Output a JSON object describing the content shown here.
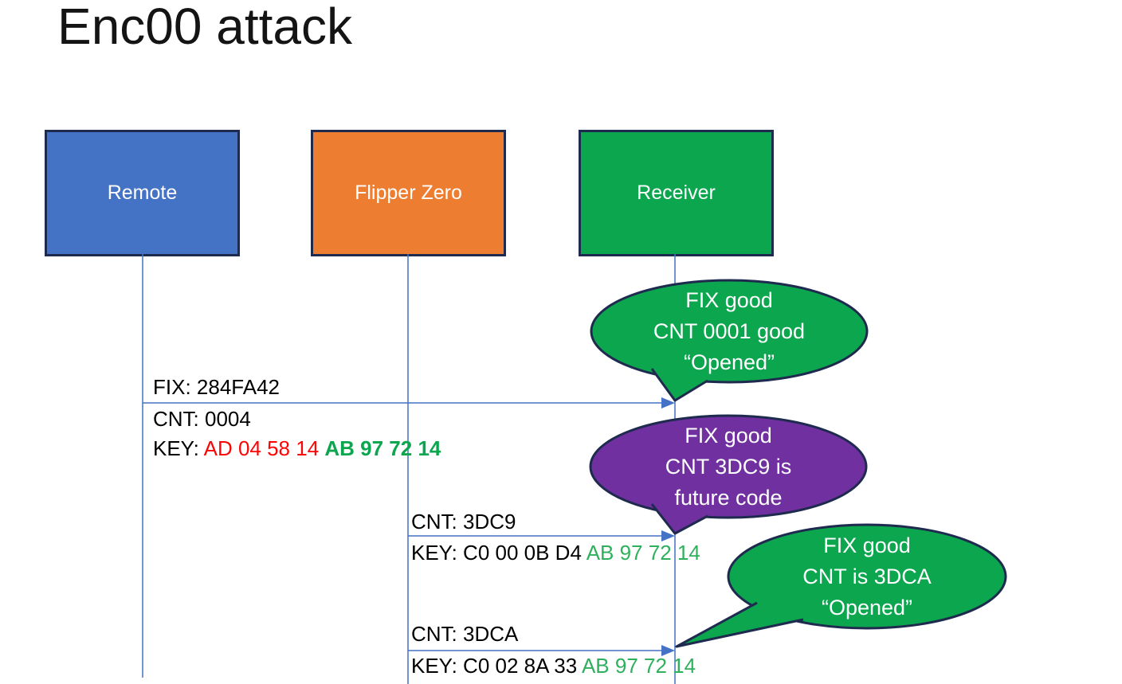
{
  "title": "Enc00 attack",
  "actors": {
    "remote": {
      "label": "Remote",
      "color": "#4472C4"
    },
    "flipper": {
      "label": "Flipper Zero",
      "color": "#ED7D31"
    },
    "receiver": {
      "label": "Receiver",
      "color": "#0CA64F"
    }
  },
  "messages": {
    "m1": {
      "from": "Remote",
      "to": "Receiver",
      "fix": "FIX: 284FA42",
      "cnt": "CNT: 0004",
      "key_label": "KEY: ",
      "key_red": "AD 04 58 14 ",
      "key_green": "AB 97 72 14"
    },
    "m2": {
      "from": "Flipper Zero",
      "to": "Receiver",
      "cnt": "CNT: 3DC9",
      "key_black": "KEY: C0 00 0B D4 ",
      "key_green": "AB 97 72 14"
    },
    "m3": {
      "from": "Flipper Zero",
      "to": "Receiver",
      "cnt": "CNT: 3DCA",
      "key_black": "KEY: C0 02 8A 33 ",
      "key_green": "AB 97 72 14"
    }
  },
  "bubbles": {
    "b1": {
      "line1": "FIX good",
      "line2": "CNT 0001 good",
      "line3": "“Opened”",
      "color": "#0CA64F"
    },
    "b2": {
      "line1": "FIX good",
      "line2": "CNT 3DC9 is",
      "line3": "future code",
      "color": "#7030A0"
    },
    "b3": {
      "line1": "FIX good",
      "line2": "CNT is 3DCA",
      "line3": "“Opened”",
      "color": "#0CA64F"
    }
  },
  "colors": {
    "outline_navy": "#1E2A4E",
    "arrow_blue": "#4472C4",
    "key_red": "#FB0505",
    "key_green_bold": "#0CA64F",
    "key_green": "#2EB05C",
    "background": "#FFFFFF"
  }
}
